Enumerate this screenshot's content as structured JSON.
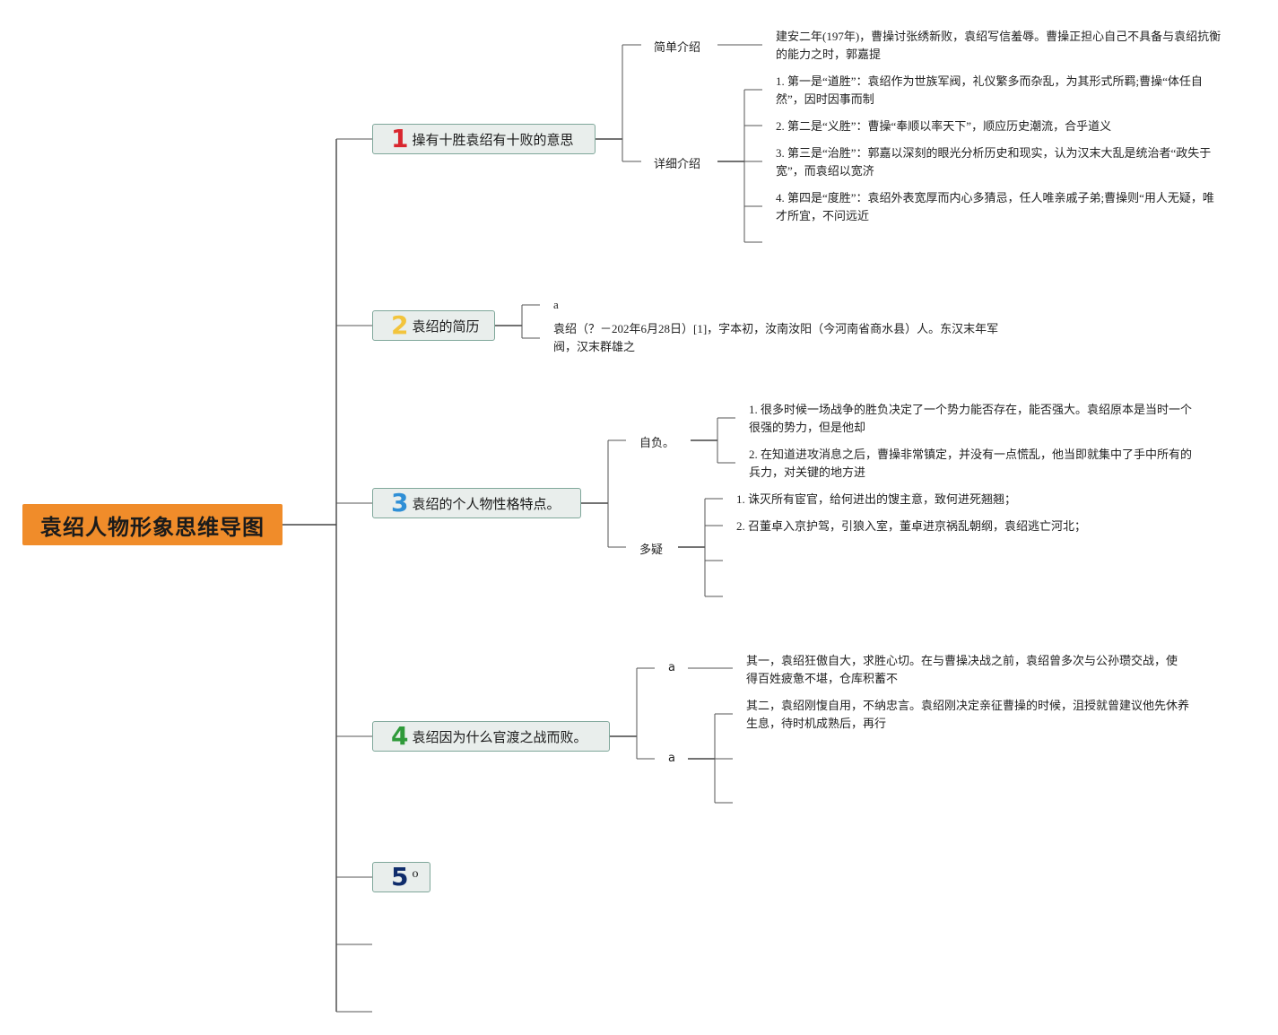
{
  "root": {
    "title": "袁绍人物形象思维导图"
  },
  "colors": {
    "root_bg": "#f08c2a",
    "topic_bg": "#e9eeec",
    "topic_border": "#7fa79a",
    "num1": "#d9262e",
    "num2": "#f2c43c",
    "num3": "#2f8fd6",
    "num4": "#2f9a3a",
    "num5": "#0f2c6b"
  },
  "branches": [
    {
      "num": "1",
      "label": "操有十胜袁绍有十败的意思",
      "subs": [
        {
          "label": "简单介绍",
          "leaves": [
            "建安二年(197年)，曹操讨张绣新败，袁绍写信羞辱。曹操正担心自己不具备与袁绍抗衡的能力之时，郭嘉提"
          ]
        },
        {
          "label": "详细介绍",
          "leaves": [
            "1. 第一是“道胜”：袁绍作为世族军阀，礼仪繁多而杂乱，为其形式所羁;曹操“体任自然”，因时因事而制",
            "2. 第二是“义胜”：曹操“奉顺以率天下”，顺应历史潮流，合乎道义",
            "3. 第三是“治胜”：郭嘉以深刻的眼光分析历史和现实，认为汉末大乱是统治者“政失于宽”，而袁绍以宽济",
            "4. 第四是“度胜”：袁绍外表宽厚而内心多猜忌，任人唯亲戚子弟;曹操则“用人无疑，唯才所宜，不问远近"
          ]
        }
      ]
    },
    {
      "num": "2",
      "label": "袁绍的简历",
      "leaves": [
        "a",
        "袁绍（？－202年6月28日）[1]，字本初，汝南汝阳（今河南省商水县）人。东汉末年军阀，汉末群雄之"
      ]
    },
    {
      "num": "3",
      "label": "袁绍的个人物性格特点。",
      "subs": [
        {
          "label": "自负。",
          "leaves": [
            "1. 很多时候一场战争的胜负决定了一个势力能否存在，能否强大。袁绍原本是当时一个很强的势力，但是他却",
            "2. 在知道进攻消息之后，曹操非常镇定，并没有一点慌乱，他当即就集中了手中所有的兵力，对关键的地方进"
          ]
        },
        {
          "label": "多疑",
          "leaves": [
            "1. 诛灭所有宦官，给何进出的馊主意，致何进死翘翘；",
            "2. 召董卓入京护驾，引狼入室，董卓进京祸乱朝纲，袁绍逃亡河北；"
          ]
        }
      ]
    },
    {
      "num": "4",
      "label": "袁绍因为什么官渡之战而败。",
      "subs": [
        {
          "label": "a",
          "leaves": [
            "其一，袁绍狂傲自大，求胜心切。在与曹操决战之前，袁绍曾多次与公孙瓒交战，使得百姓疲惫不堪，仓库积蓄不"
          ]
        },
        {
          "label": "a",
          "leaves": [
            "其二，袁绍刚愎自用，不纳忠言。袁绍刚决定亲征曹操的时候，沮授就曾建议他先休养生息，待时机成熟后，再行"
          ]
        }
      ]
    },
    {
      "num": "5",
      "label": "o"
    }
  ]
}
